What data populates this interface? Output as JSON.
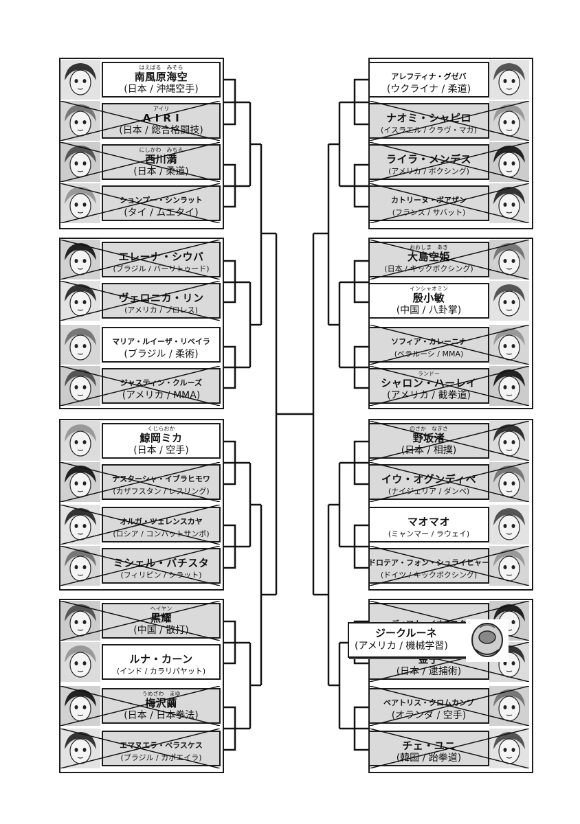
{
  "bracket": {
    "left": [
      {
        "ruby": "はえばる　みそら",
        "name": "南風原海空",
        "country": "(日本 / 沖縄空手)",
        "eliminated": false
      },
      {
        "ruby": "アイリ",
        "name": "A I R I",
        "country": "(日本 / 総合格闘技)",
        "eliminated": true
      },
      {
        "ruby": "にしかわ　みちる",
        "name": "西川満",
        "country": "(日本 / 柔道)",
        "eliminated": true
      },
      {
        "ruby": "",
        "name": "ションプー・シンラット",
        "country": "(タイ / ムエタイ)",
        "eliminated": true
      },
      {
        "ruby": "",
        "name": "エレーナ・シウバ",
        "country": "(ブラジル / バーリトゥード)",
        "eliminated": true
      },
      {
        "ruby": "",
        "name": "ヴェロニカ・リン",
        "country": "(アメリカ / プロレス)",
        "eliminated": true
      },
      {
        "ruby": "",
        "name": "マリア・ルイーザ・リベイラ",
        "country": "(ブラジル / 柔術)",
        "eliminated": false
      },
      {
        "ruby": "",
        "name": "ジャスティン・クルーズ",
        "country": "(アメリカ / MMA)",
        "eliminated": true
      },
      {
        "ruby": "くじらおか",
        "name": "鯨岡ミカ",
        "country": "(日本 / 空手)",
        "eliminated": false
      },
      {
        "ruby": "",
        "name": "ナスターシャ・イブラヒモワ",
        "country": "(カザフスタン / レスリング)",
        "eliminated": true
      },
      {
        "ruby": "",
        "name": "オルガ・ツェレンスカヤ",
        "country": "(ロシア / コンバットサンボ)",
        "eliminated": true
      },
      {
        "ruby": "",
        "name": "ミシェル・バチスタ",
        "country": "(フィリピン / シラット)",
        "eliminated": true
      },
      {
        "ruby": "ヘイヤン",
        "name": "黒耀",
        "country": "(中国 / 散打)",
        "eliminated": true
      },
      {
        "ruby": "",
        "name": "ルナ・カーン",
        "country": "(インド / カラリパヤット)",
        "eliminated": false
      },
      {
        "ruby": "うめざわ　まゆ",
        "name": "梅沢繭",
        "country": "(日本 / 日本拳法)",
        "eliminated": true
      },
      {
        "ruby": "",
        "name": "エマヌエラ・ベラスケス",
        "country": "(ブラジル / カポエイラ)",
        "eliminated": true
      }
    ],
    "right": [
      {
        "ruby": "",
        "name": "アレフティナ・グゼバ",
        "country": "(ウクライナ / 柔道)",
        "eliminated": false
      },
      {
        "ruby": "",
        "name": "ナオミ・シャピロ",
        "country": "(イスラエル / クラヴ・マガ)",
        "eliminated": true
      },
      {
        "ruby": "",
        "name": "ライラ・メンデス",
        "country": "(アメリカ / ボクシング)",
        "eliminated": true
      },
      {
        "ruby": "",
        "name": "カトリーヌ・ボアザン",
        "country": "(フランス / サバット)",
        "eliminated": true
      },
      {
        "ruby": "おおしま　あき",
        "name": "大島空姫",
        "country": "(日本 / キックボクシング)",
        "eliminated": true
      },
      {
        "ruby": "インシャオミン",
        "name": "殷小敏",
        "country": "(中国 / 八卦掌)",
        "eliminated": false
      },
      {
        "ruby": "",
        "name": "ソフィア・カレーニナ",
        "country": "(ベラルーシ / MMA)",
        "eliminated": true
      },
      {
        "ruby": "ランドー",
        "name": "シャロン・ハーレイ",
        "country": "(アメリカ / 截拳道)",
        "eliminated": true
      },
      {
        "ruby": "のさか　なぎさ",
        "name": "野坂渚",
        "country": "(日本 / 相撲)",
        "eliminated": true
      },
      {
        "ruby": "",
        "name": "イウ・オグンディペ",
        "country": "(ナイジェリア / ダンベ)",
        "eliminated": true
      },
      {
        "ruby": "",
        "name": "マオマオ",
        "country": "(ミャンマー / ラウェイ)",
        "eliminated": false
      },
      {
        "ruby": "",
        "name": "ドロテア・フォン・シュライヒャー",
        "country": "(ドイツ / キックボクシング)",
        "eliminated": true
      },
      {
        "ruby": "",
        "name": "ディアナ・イオネスク",
        "country": "",
        "eliminated": true
      },
      {
        "ruby": "",
        "name": "金子",
        "country": "(日本 / 逮捕術)",
        "eliminated": true
      },
      {
        "ruby": "",
        "name": "ベアトリス・クロムカンプ",
        "country": "(オランダ / 空手)",
        "eliminated": true
      },
      {
        "ruby": "",
        "name": "チェ・ユニ",
        "country": "(韓国 / 跆拳道)",
        "eliminated": true
      }
    ],
    "overlay": {
      "name": "ジークルーネ",
      "country": "(アメリカ / 機械学習)"
    }
  }
}
